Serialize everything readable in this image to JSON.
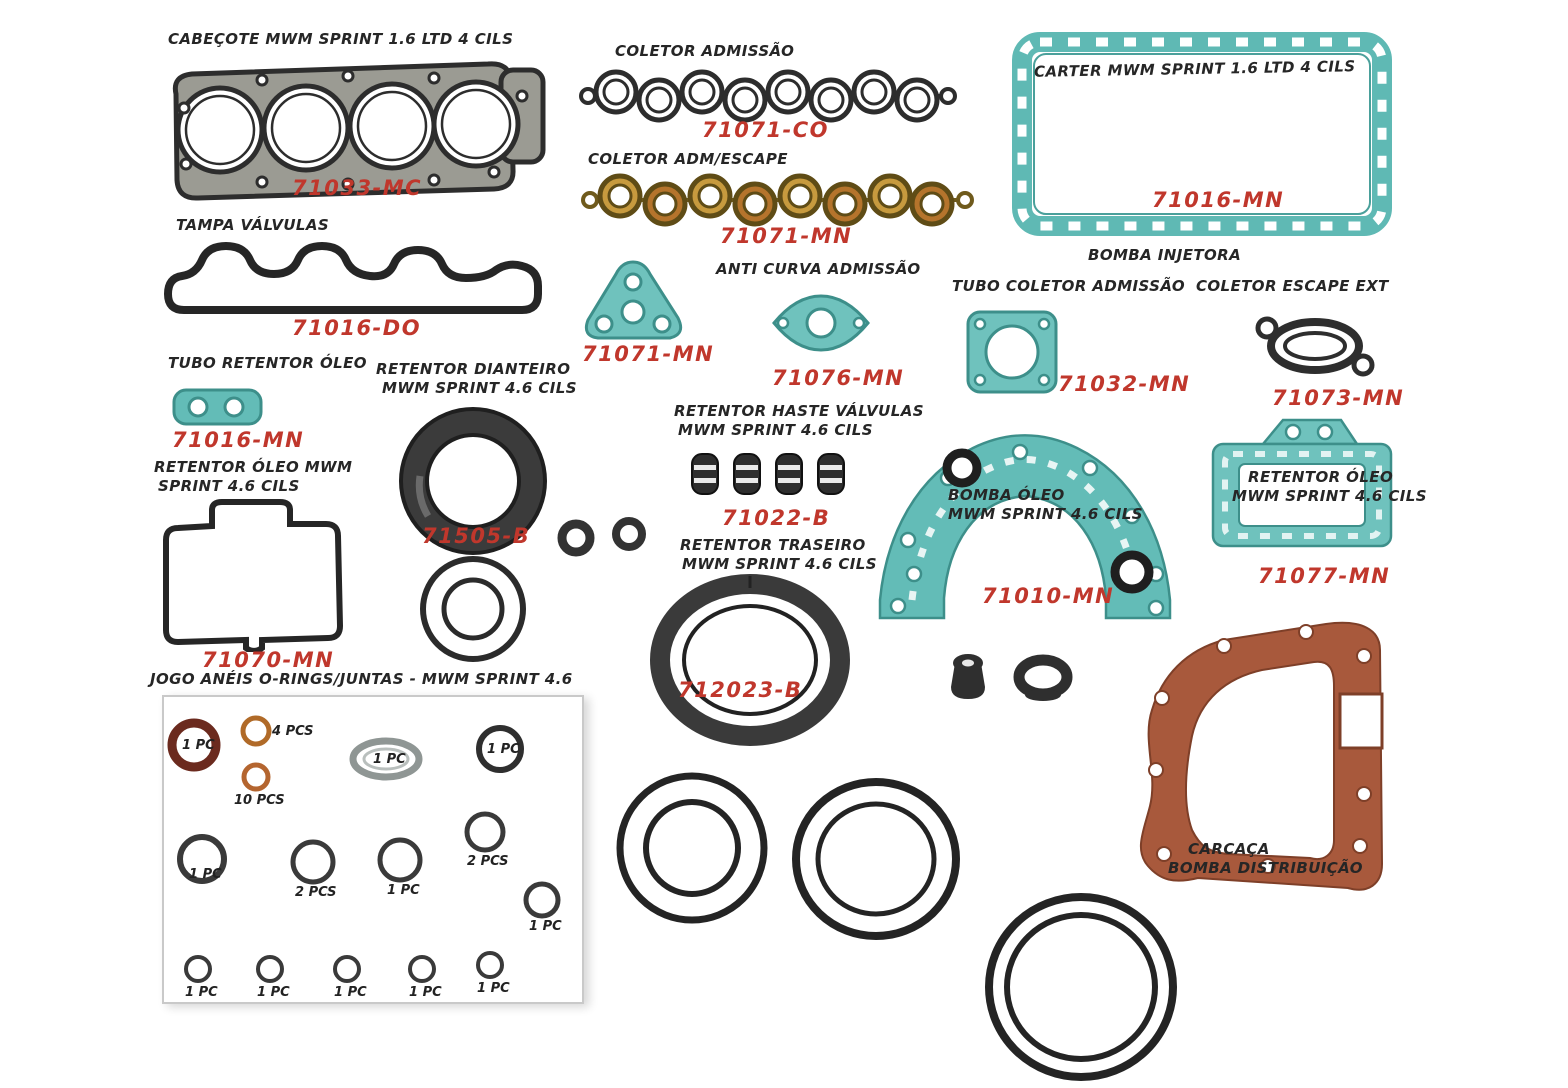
{
  "colors": {
    "teal": "#63bcb7",
    "teal_dark": "#3d8f8a",
    "brown": "#a8593c",
    "part_red": "#c0372c",
    "label_black": "#262626",
    "manifold_gold": "#c79a3e"
  },
  "parts": {
    "head_gasket": {
      "label": "CABEÇOTE MWM SPRINT 1.6 LTD 4 CILS",
      "part_number": "71033-MC"
    },
    "valve_cover": {
      "label": "TAMPA VÁLVULAS",
      "part_number": "71016-DO"
    },
    "intake_manifold": {
      "label": "COLETOR ADMISSÃO",
      "part_number": "71071-CO"
    },
    "intake_exhaust_manifold": {
      "label": "COLETOR ADM/ESCAPE",
      "part_number": "71071-MN"
    },
    "oil_pan": {
      "label": "CARTER MWM SPRINT 1.6 LTD 4 CILS",
      "part_number": "71016-MN",
      "sublabel": "BOMBA INJETORA"
    },
    "injection_pump_gasket": {
      "part_number": "71071-MN"
    },
    "intake_elbow": {
      "label": "ANTI CURVA ADMISSÃO",
      "part_number": "71076-MN"
    },
    "intake_tube": {
      "label": "TUBO COLETOR ADMISSÃO",
      "part_number": "71032-MN"
    },
    "exhaust_flange": {
      "label": "COLETOR ESCAPE EXT",
      "part_number": "71073-MN"
    },
    "oil_tube": {
      "label": "TUBO RETENTOR ÓLEO",
      "part_number": "71016-MN"
    },
    "oil_retainer_plate": {
      "label_line1": "RETENTOR ÓLEO MWM",
      "label_line2": "SPRINT 4.6 CILS",
      "part_number": "71070-MN"
    },
    "front_seal": {
      "label_line1": "RETENTOR DIANTEIRO",
      "label_line2": "MWM SPRINT 4.6 CILS",
      "part_number": "71505-B"
    },
    "valve_stem_seals": {
      "label_line1": "RETENTOR HASTE VÁLVULAS",
      "label_line2": "MWM SPRINT 4.6 CILS",
      "part_number": "71022-B"
    },
    "rear_seal": {
      "label_line1": "RETENTOR TRASEIRO",
      "label_line2": "MWM SPRINT 4.6 CILS",
      "part_number": "712023-B"
    },
    "oil_pump": {
      "label_line1": "BOMBA ÓLEO",
      "label_line2": "MWM SPRINT 4.6 CILS",
      "part_number": "71010-MN"
    },
    "oil_retainer_right": {
      "label_line1": "RETENTOR ÓLEO",
      "label_line2": "MWM SPRINT 4.6 CILS",
      "part_number": "71077-MN"
    },
    "timing_cover": {
      "label_line1": "CARCAÇA",
      "label_line2": "BOMBA DISTRIBUIÇÃO"
    }
  },
  "kit": {
    "title": "JOGO ANÉIS O-RINGS/JUNTAS - MWM SPRINT 4.6",
    "rings": [
      {
        "qty": "1 PC"
      },
      {
        "qty": "4 PCS"
      },
      {
        "qty": "10 PCS"
      },
      {
        "qty": "1 PC"
      },
      {
        "qty": "1 PC"
      },
      {
        "qty": "1 PC"
      },
      {
        "qty": "2 PCS"
      },
      {
        "qty": "1 PC"
      },
      {
        "qty": "2 PCS"
      },
      {
        "qty": "1 PC"
      },
      {
        "qty": "1 PC"
      },
      {
        "qty": "1 PC"
      },
      {
        "qty": "1 PC"
      },
      {
        "qty": "1 PC"
      },
      {
        "qty": "1 PC"
      }
    ]
  }
}
